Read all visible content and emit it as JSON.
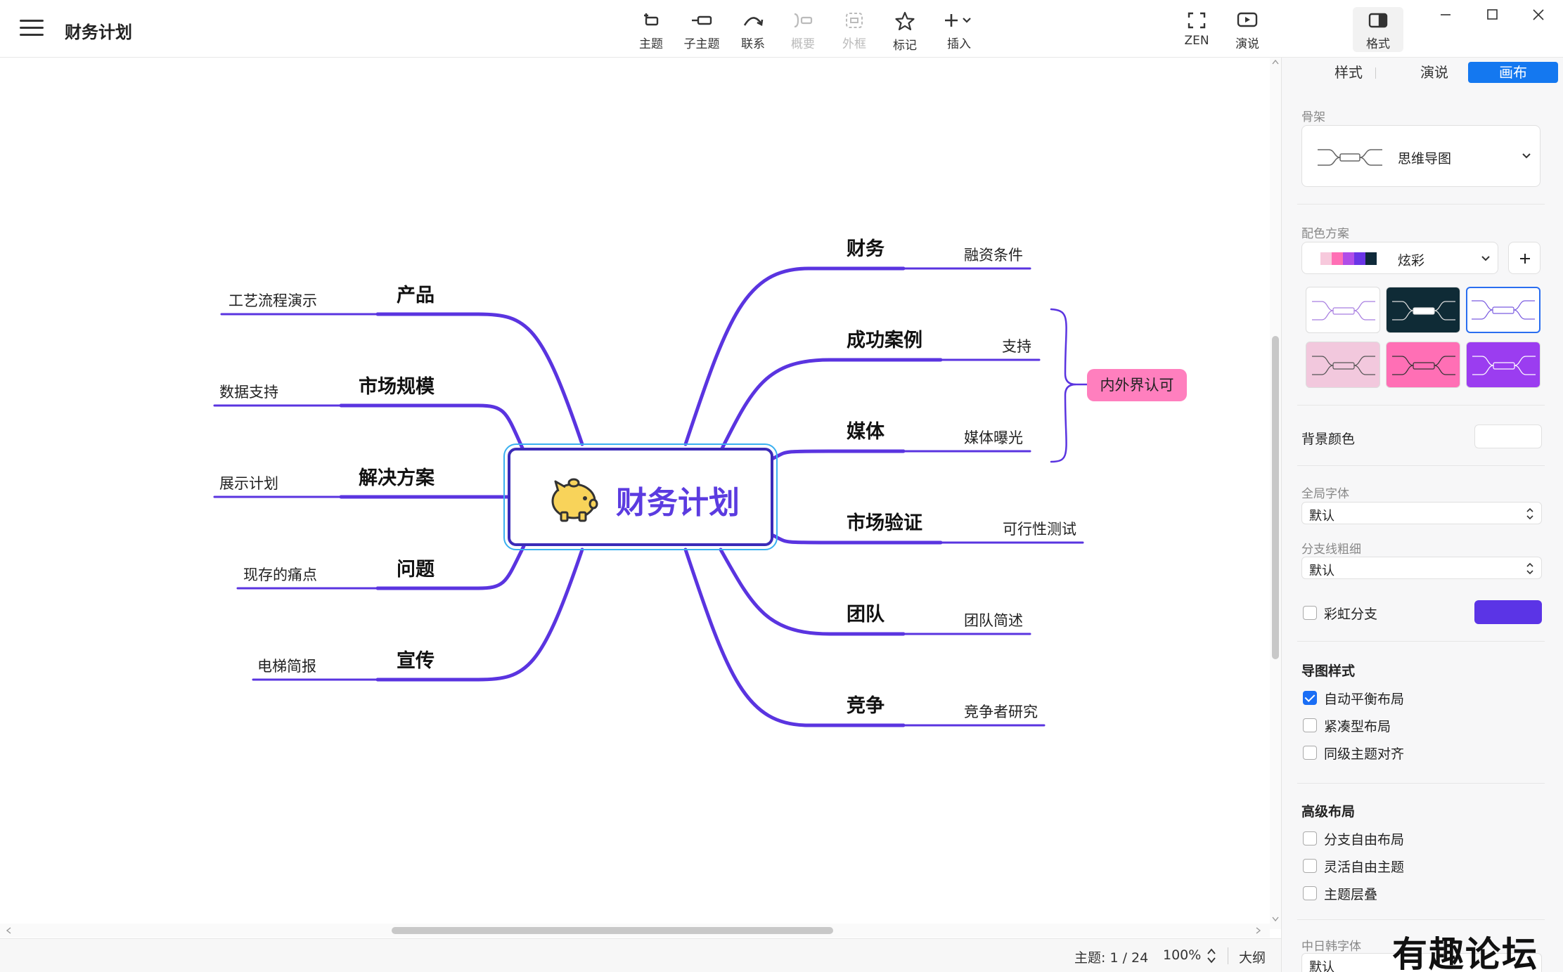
{
  "app": {
    "doc_title": "财务计划"
  },
  "toolbar": {
    "items": [
      {
        "label": "主题"
      },
      {
        "label": "子主题"
      },
      {
        "label": "联系"
      },
      {
        "label": "概要"
      },
      {
        "label": "外框"
      },
      {
        "label": "标记"
      },
      {
        "label": "插入"
      }
    ],
    "zen_label": "ZEN",
    "present_label": "演说",
    "format_label": "格式"
  },
  "mindmap": {
    "central_topic": "财务计划",
    "right_branches": [
      {
        "topic": "财务",
        "subtopic": "融资条件"
      },
      {
        "topic": "成功案例",
        "subtopic": "支持"
      },
      {
        "topic": "媒体",
        "subtopic": "媒体曝光"
      },
      {
        "topic": "市场验证",
        "subtopic": "可行性测试"
      },
      {
        "topic": "团队",
        "subtopic": "团队简述"
      },
      {
        "topic": "竞争",
        "subtopic": "竞争者研究"
      }
    ],
    "left_branches": [
      {
        "topic": "产品",
        "subtopic": "工艺流程演示"
      },
      {
        "topic": "市场规模",
        "subtopic": "数据支持"
      },
      {
        "topic": "解决方案",
        "subtopic": "展示计划"
      },
      {
        "topic": "问题",
        "subtopic": "现存的痛点"
      },
      {
        "topic": "宣传",
        "subtopic": "电梯简报"
      }
    ],
    "summary_label": "内外界认可",
    "branch_color": "#5a34e0",
    "summary_color": "#ff7fbe"
  },
  "statusbar": {
    "topic_count": "主题: 1 / 24",
    "zoom": "100%",
    "outline_label": "大纲"
  },
  "panel": {
    "tabs": [
      {
        "label": "样式"
      },
      {
        "label": "演说"
      },
      {
        "label": "画布"
      }
    ],
    "active_tab": "画布",
    "skeleton_label": "骨架",
    "skeleton_value": "思维导图",
    "color_scheme_label": "配色方案",
    "color_scheme_value": "炫彩",
    "color_scheme_swatches": [
      "#f7c9dc",
      "#ff6fb5",
      "#b04de8",
      "#6a35e6",
      "#0f2a3a"
    ],
    "background_color_label": "背景颜色",
    "global_font_label": "全局字体",
    "global_font_value": "默认",
    "branch_width_label": "分支线粗细",
    "branch_width_value": "默认",
    "rainbow_branch_label": "彩虹分支",
    "rainbow_color": "#5b34e6",
    "map_style_heading": "导图样式",
    "map_style_options": [
      {
        "label": "自动平衡布局",
        "checked": true
      },
      {
        "label": "紧凑型布局",
        "checked": false
      },
      {
        "label": "同级主题对齐",
        "checked": false
      }
    ],
    "advanced_heading": "高级布局",
    "advanced_options": [
      {
        "label": "分支自由布局",
        "checked": false
      },
      {
        "label": "灵活自由主题",
        "checked": false
      },
      {
        "label": "主题层叠",
        "checked": false
      }
    ],
    "cjk_font_label": "中日韩字体",
    "cjk_font_value": "默认"
  },
  "watermark": "有趣论坛"
}
